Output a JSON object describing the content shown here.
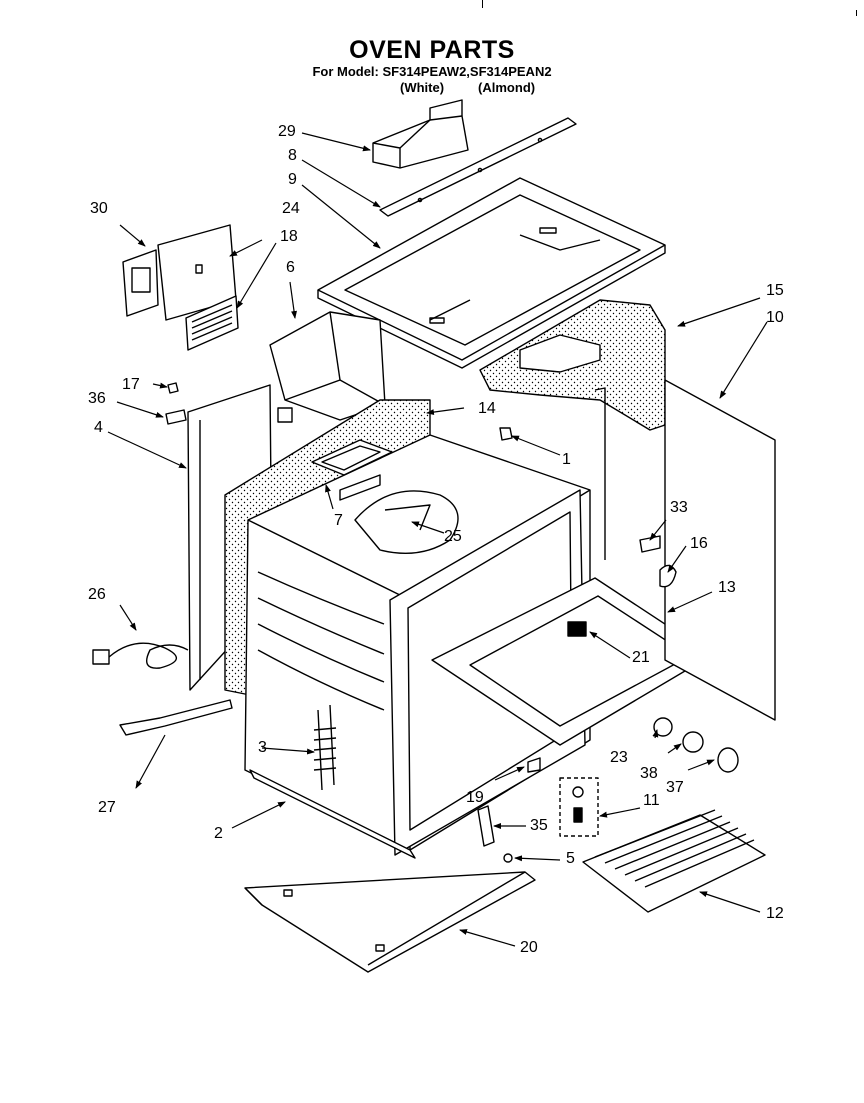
{
  "header": {
    "title": "OVEN PARTS",
    "model_line": "For Model: SF314PEAW2,SF314PEAN2",
    "variant_1": "(White)",
    "variant_2": "(Almond)"
  },
  "callouts": [
    {
      "id": "p1",
      "label": "1"
    },
    {
      "id": "p2",
      "label": "2"
    },
    {
      "id": "p3",
      "label": "3"
    },
    {
      "id": "p4",
      "label": "4"
    },
    {
      "id": "p5",
      "label": "5"
    },
    {
      "id": "p6",
      "label": "6"
    },
    {
      "id": "p7",
      "label": "7"
    },
    {
      "id": "p8",
      "label": "8"
    },
    {
      "id": "p9",
      "label": "9"
    },
    {
      "id": "p10",
      "label": "10"
    },
    {
      "id": "p11",
      "label": "11"
    },
    {
      "id": "p12",
      "label": "12"
    },
    {
      "id": "p13",
      "label": "13"
    },
    {
      "id": "p14",
      "label": "14"
    },
    {
      "id": "p15",
      "label": "15"
    },
    {
      "id": "p16",
      "label": "16"
    },
    {
      "id": "p17",
      "label": "17"
    },
    {
      "id": "p18",
      "label": "18"
    },
    {
      "id": "p19",
      "label": "19"
    },
    {
      "id": "p20",
      "label": "20"
    },
    {
      "id": "p21",
      "label": "21"
    },
    {
      "id": "p23",
      "label": "23"
    },
    {
      "id": "p24",
      "label": "24"
    },
    {
      "id": "p25",
      "label": "25"
    },
    {
      "id": "p26",
      "label": "26"
    },
    {
      "id": "p27",
      "label": "27"
    },
    {
      "id": "p29",
      "label": "29"
    },
    {
      "id": "p30",
      "label": "30"
    },
    {
      "id": "p33",
      "label": "33"
    },
    {
      "id": "p35",
      "label": "35"
    },
    {
      "id": "p36",
      "label": "36"
    },
    {
      "id": "p37",
      "label": "37"
    },
    {
      "id": "p38",
      "label": "38"
    }
  ]
}
